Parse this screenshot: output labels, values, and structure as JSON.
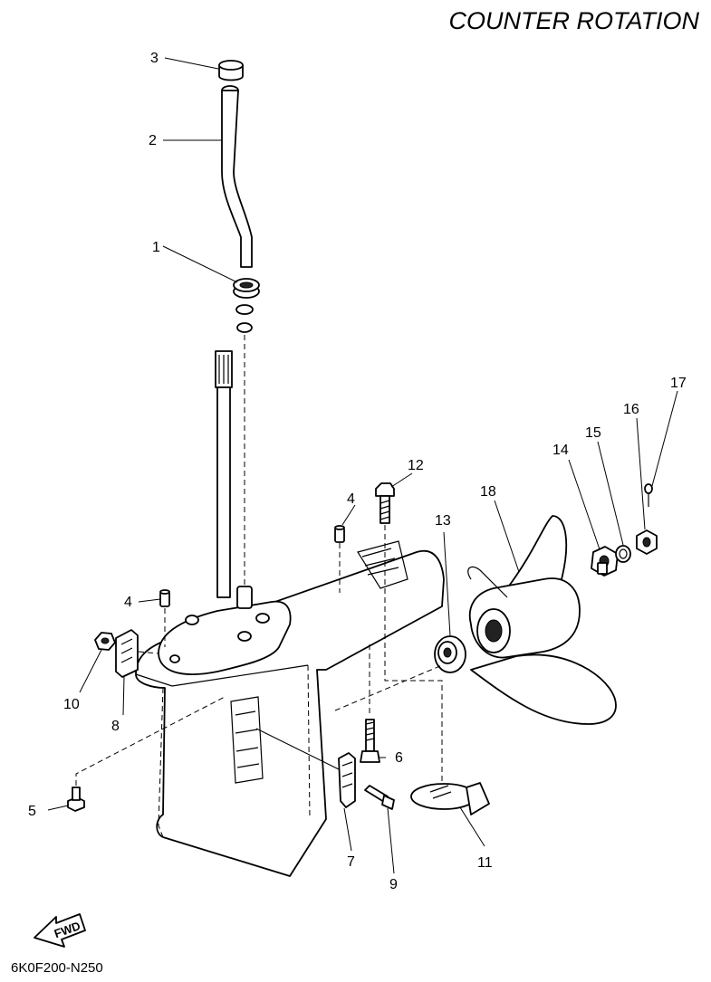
{
  "header": {
    "title": "COUNTER  ROTATION"
  },
  "footer": {
    "code": "6K0F200-N250"
  },
  "fwd_arrow": {
    "label": "FWD"
  },
  "callouts": {
    "c1": "1",
    "c2": "2",
    "c3": "3",
    "c4a": "4",
    "c4b": "4",
    "c5": "5",
    "c6": "6",
    "c7": "7",
    "c8": "8",
    "c9": "9",
    "c10": "10",
    "c11": "11",
    "c12": "12",
    "c13": "13",
    "c14": "14",
    "c15": "15",
    "c16": "16",
    "c17": "17",
    "c18": "18"
  }
}
